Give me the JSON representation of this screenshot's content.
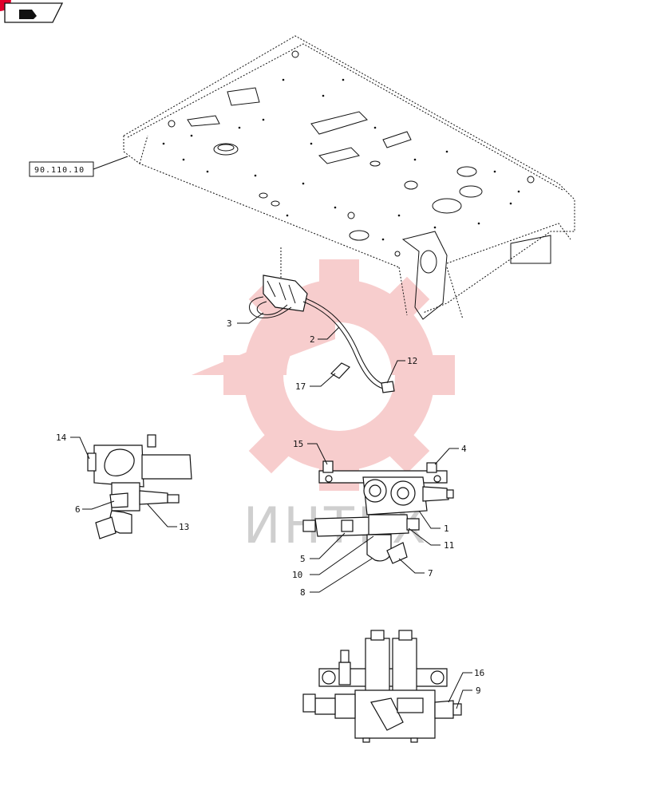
{
  "reference_box": "90.110.10",
  "watermark": "ИНТЕХ",
  "callouts": {
    "c1": "1",
    "c2": "2",
    "c3": "3",
    "c4": "4",
    "c5": "5",
    "c6": "6",
    "c7": "7",
    "c8": "8",
    "c9": "9",
    "c10": "10",
    "c11": "11",
    "c12": "12",
    "c13": "13",
    "c14": "14",
    "c15": "15",
    "c16": "16",
    "c17": "17"
  },
  "colors": {
    "watermark": "#f2a6a6",
    "corner_badge": "#e0002a",
    "line": "#111111"
  }
}
